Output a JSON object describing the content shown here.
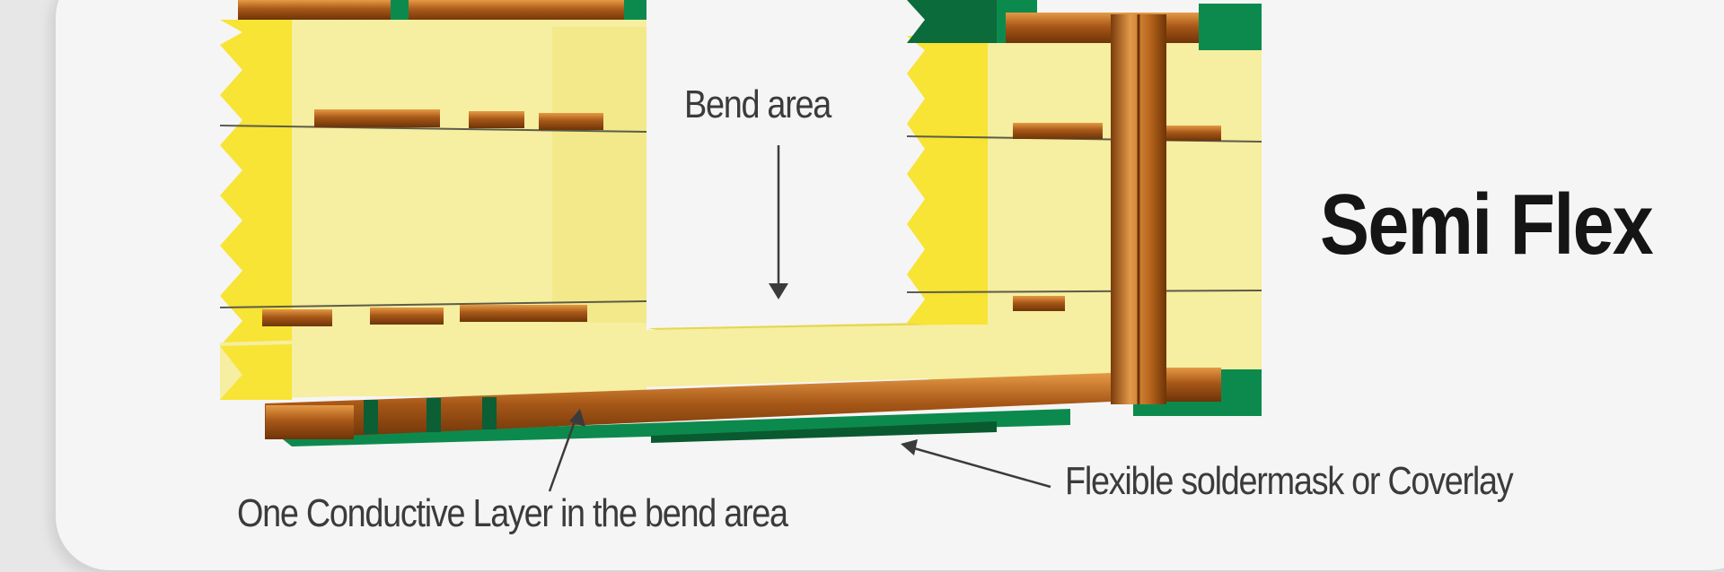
{
  "diagram": {
    "title": "Semi Flex",
    "labels": {
      "bend_area": "Bend area",
      "conductive_layer": "One Conductive Layer in the bend area",
      "soldermask": "Flexible soldermask or Coverlay"
    }
  },
  "colors": {
    "background": "#f5f5f5",
    "prepreg_light": "#f6eea0",
    "prepreg_bright": "#f7e434",
    "copper": "#b8661b",
    "soldermask_green": "#0c8a4e",
    "text": "#3b3b3b",
    "title": "#151515"
  }
}
